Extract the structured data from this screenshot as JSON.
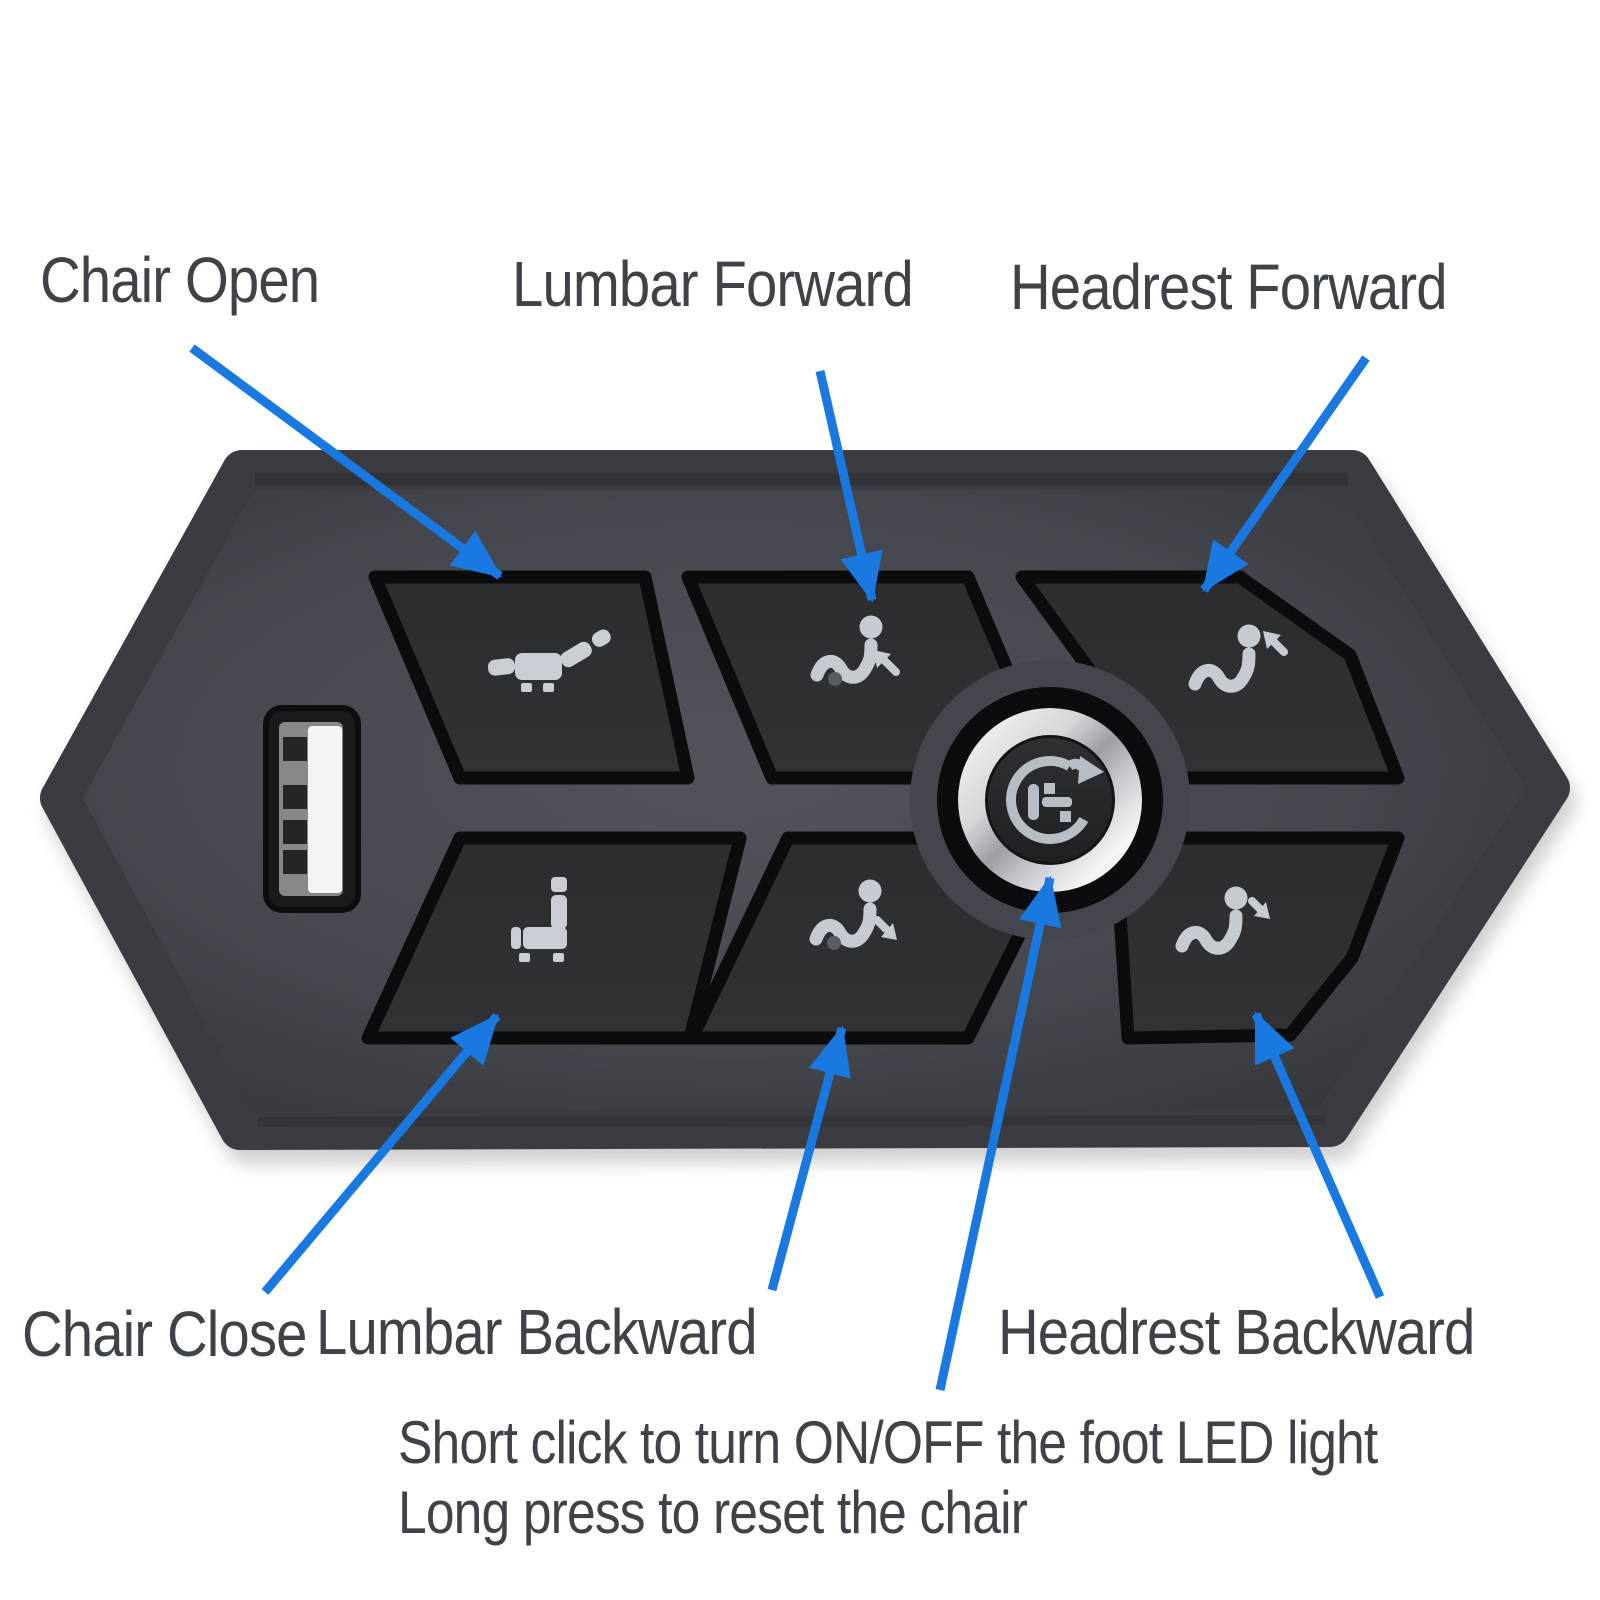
{
  "annotations": {
    "chair_open": "Chair Open",
    "lumbar_forward": "Lumbar Forward",
    "headrest_forward": "Headrest Forward",
    "chair_close": "Chair Close",
    "lumbar_backward": "Lumbar Backward",
    "headrest_backward": "Headrest Backward",
    "center_note_line1": "Short click to turn ON/OFF the foot LED light",
    "center_note_line2": "Long press to reset the chair"
  },
  "device": {
    "kind": "recliner remote hand control",
    "buttons": [
      {
        "id": "chair-open",
        "icon": "recliner-flat-icon",
        "function": "Chair Open"
      },
      {
        "id": "lumbar-forward",
        "icon": "person-lumbar-arrow-forward-icon",
        "function": "Lumbar Forward"
      },
      {
        "id": "headrest-forward",
        "icon": "person-headrest-arrow-forward-icon",
        "function": "Headrest Forward"
      },
      {
        "id": "chair-close",
        "icon": "chair-upright-icon",
        "function": "Chair Close"
      },
      {
        "id": "lumbar-backward",
        "icon": "person-lumbar-arrow-backward-icon",
        "function": "Lumbar Backward"
      },
      {
        "id": "headrest-backward",
        "icon": "person-headrest-arrow-backward-icon",
        "function": "Headrest Backward"
      }
    ],
    "center_button": {
      "id": "led-reset-button",
      "icon": "reset-circular-arrow-chair-icon"
    },
    "port": {
      "id": "usb-port",
      "icon": "usb-a-port-icon"
    }
  },
  "colors": {
    "arrow_blue": "#1a79e0",
    "label_text": "#3f4347",
    "device_body": "#46494f",
    "button_face": "#2b2d31",
    "button_well": "#0b0c0e",
    "icon_gray": "#c6cbd1",
    "chrome_ring": "#d9dcdf",
    "usb_tongue": "#f3f4f6"
  }
}
